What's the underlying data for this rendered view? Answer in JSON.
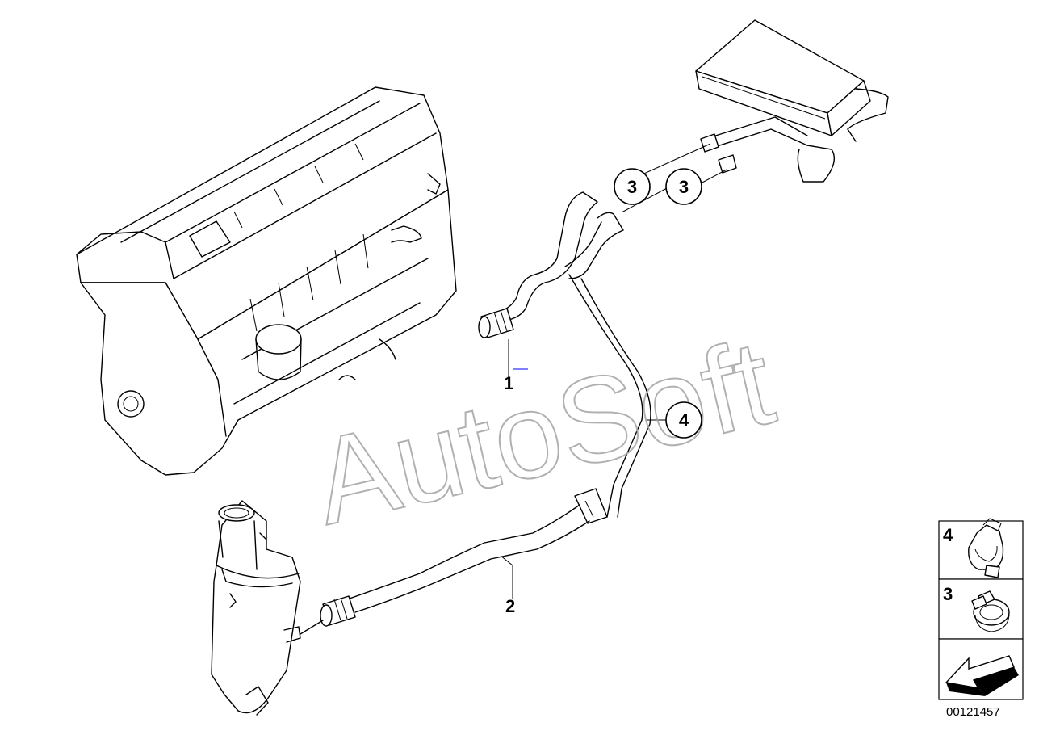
{
  "watermark": "AutoSoft",
  "document_number": "00121457",
  "callouts": {
    "c1": "1",
    "c2": "2",
    "c3a": "3",
    "c3b": "3",
    "c4": "4"
  },
  "legend": {
    "item_4": "4",
    "item_3": "3",
    "icons": [
      "hose-clamp-icon",
      "spring-clamp-icon",
      "arrow-icon"
    ]
  }
}
